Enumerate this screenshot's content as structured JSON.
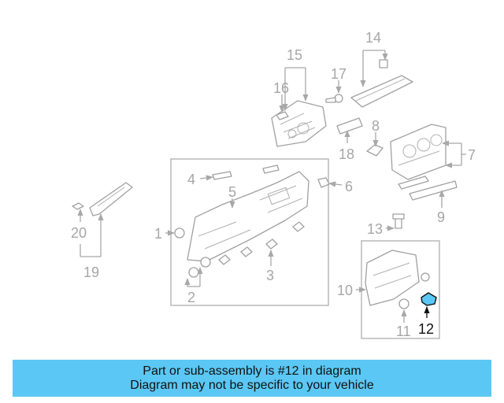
{
  "callouts": {
    "c1": "1",
    "c2": "2",
    "c3": "3",
    "c4": "4",
    "c5": "5",
    "c6": "6",
    "c7": "7",
    "c8": "8",
    "c9": "9",
    "c10": "10",
    "c11": "11",
    "c12": "12",
    "c13": "13",
    "c14": "14",
    "c15": "15",
    "c16": "16",
    "c17": "17",
    "c18": "18",
    "c19": "19",
    "c20": "20"
  },
  "highlight": {
    "part_number": "12",
    "color": "#5bc7f4"
  },
  "caption": {
    "line1": "Part or sub-assembly is #12 in diagram",
    "line2": "Diagram may not be specific to your vehicle",
    "background": "#5bc7f4"
  }
}
